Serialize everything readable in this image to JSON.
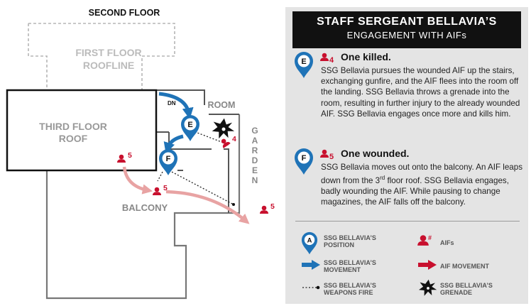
{
  "plan": {
    "second_floor": "SECOND FLOOR",
    "first_floor_roofline": [
      "FIRST FLOOR",
      "ROOFLINE"
    ],
    "third_floor_roof": [
      "THIRD FLOOR",
      "ROOF"
    ],
    "room": "ROOM",
    "balcony": "BALCONY",
    "garden": [
      "G",
      "A",
      "R",
      "D",
      "E",
      "N"
    ],
    "dn": "DN",
    "aif_count_roof": "5",
    "aif_count_balcony": "5",
    "aif_count_fallen": "5",
    "aif_count_room": "4",
    "pin_e": "E",
    "pin_f": "F"
  },
  "panel": {
    "title": "STAFF SERGEANT BELLAVIA’S",
    "subtitle": "ENGAGEMENT WITH AIFs",
    "entries": [
      {
        "pin": "E",
        "aif": "4",
        "heading": "One killed.",
        "text": "SSG Bellavia pursues the wounded AIF up the stairs, exchanging gunfire, and the AIF flees into the room off the landing. SSG Bellavia throws a grenade into the room, resulting in further injury to the already wounded AIF. SSG Bellavia engages once more and kills him."
      },
      {
        "pin": "F",
        "aif": "5",
        "heading": "One wounded.",
        "text_before": "SSG Bellavia moves out onto the balcony. An AIF leaps down from the 3",
        "text_sup": "rd",
        "text_after": " floor roof. SSG Bellavia engages, badly wounding the AIF. While pausing to change magazines, the AIF falls off the balcony."
      }
    ]
  },
  "legend": {
    "position_pin": "A",
    "position": [
      "SSG BELLAVIA’S",
      "POSITION"
    ],
    "aifs_symbol": "#",
    "aifs": "AIFs",
    "movement": [
      "SSG BELLAVIA’S",
      "MOVEMENT"
    ],
    "aif_movement": "AIF MOVEMENT",
    "weapons_fire": [
      "SSG BELLAVIA’S",
      "WEAPONS FIRE"
    ],
    "grenade": [
      "SSG BELLAVIA’S",
      "GRENADE"
    ]
  },
  "colors": {
    "blue": "#1f73b7",
    "red": "#c8102e",
    "pink_arrow": "#e8a3a3",
    "panel_bg": "#e4e4e4",
    "title_bg": "#111111"
  }
}
